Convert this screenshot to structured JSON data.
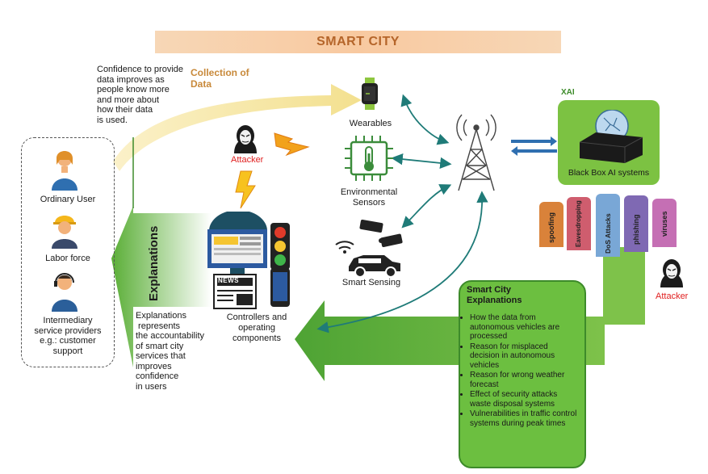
{
  "banner": {
    "title": "SMART CITY"
  },
  "collection": {
    "title_line1": "Collection of",
    "title_line2": "Data",
    "confidence_text": [
      "Confidence to provide",
      "data improves as",
      "people know more",
      "and more about",
      "how their data",
      "is used."
    ]
  },
  "users": {
    "ordinary": "Ordinary User",
    "labor": "Labor force",
    "intermediary": [
      "Intermediary",
      "service providers",
      "e.g.: customer",
      "support"
    ]
  },
  "attacker_left": "Attacker",
  "attacker_right": "Attacker",
  "devices": {
    "wearables": "Wearables",
    "environmental": [
      "Environmental",
      "Sensors"
    ],
    "smart_sensing": "Smart Sensing",
    "controllers": [
      "Controllers and",
      "operating",
      "components"
    ],
    "news": "NEWS"
  },
  "xai": {
    "label": "XAI",
    "blackbox": "Black Box AI systems"
  },
  "attacks": [
    "spoofing",
    "Eavesdropping",
    "DoS Attacks",
    "phishing",
    "viruses"
  ],
  "explanations": {
    "vertical_label": "Explanations",
    "description": [
      "Explanations",
      " represents",
      "the accountability",
      "of smart city",
      "services that",
      "improves",
      "confidence",
      "in users"
    ]
  },
  "smart_city_explanations": {
    "title_line1": "Smart City",
    "title_line2": "Explanations",
    "items": [
      "How the data from autonomous vehicles are processed",
      "Reason for misplaced decision in autonomous vehicles",
      "Reason for wrong weather forecast",
      "Effect of security attacks waste disposal systems",
      "Vulnerabilities in traffic control systems during peak times"
    ]
  },
  "colors": {
    "banner_text": "#b5652a",
    "collection_title": "#c8893a",
    "green_dark": "#3d8b2a",
    "green": "#6cbf40",
    "xai_green": "#7cc242",
    "teal_arrow": "#1f7b78",
    "attacker_red": "#e02020",
    "spoofing": "#d9823a",
    "eavesdropping": "#cf5d6e",
    "dos": "#79a7d6",
    "phishing": "#7f69b3",
    "viruses": "#c56fb4"
  }
}
